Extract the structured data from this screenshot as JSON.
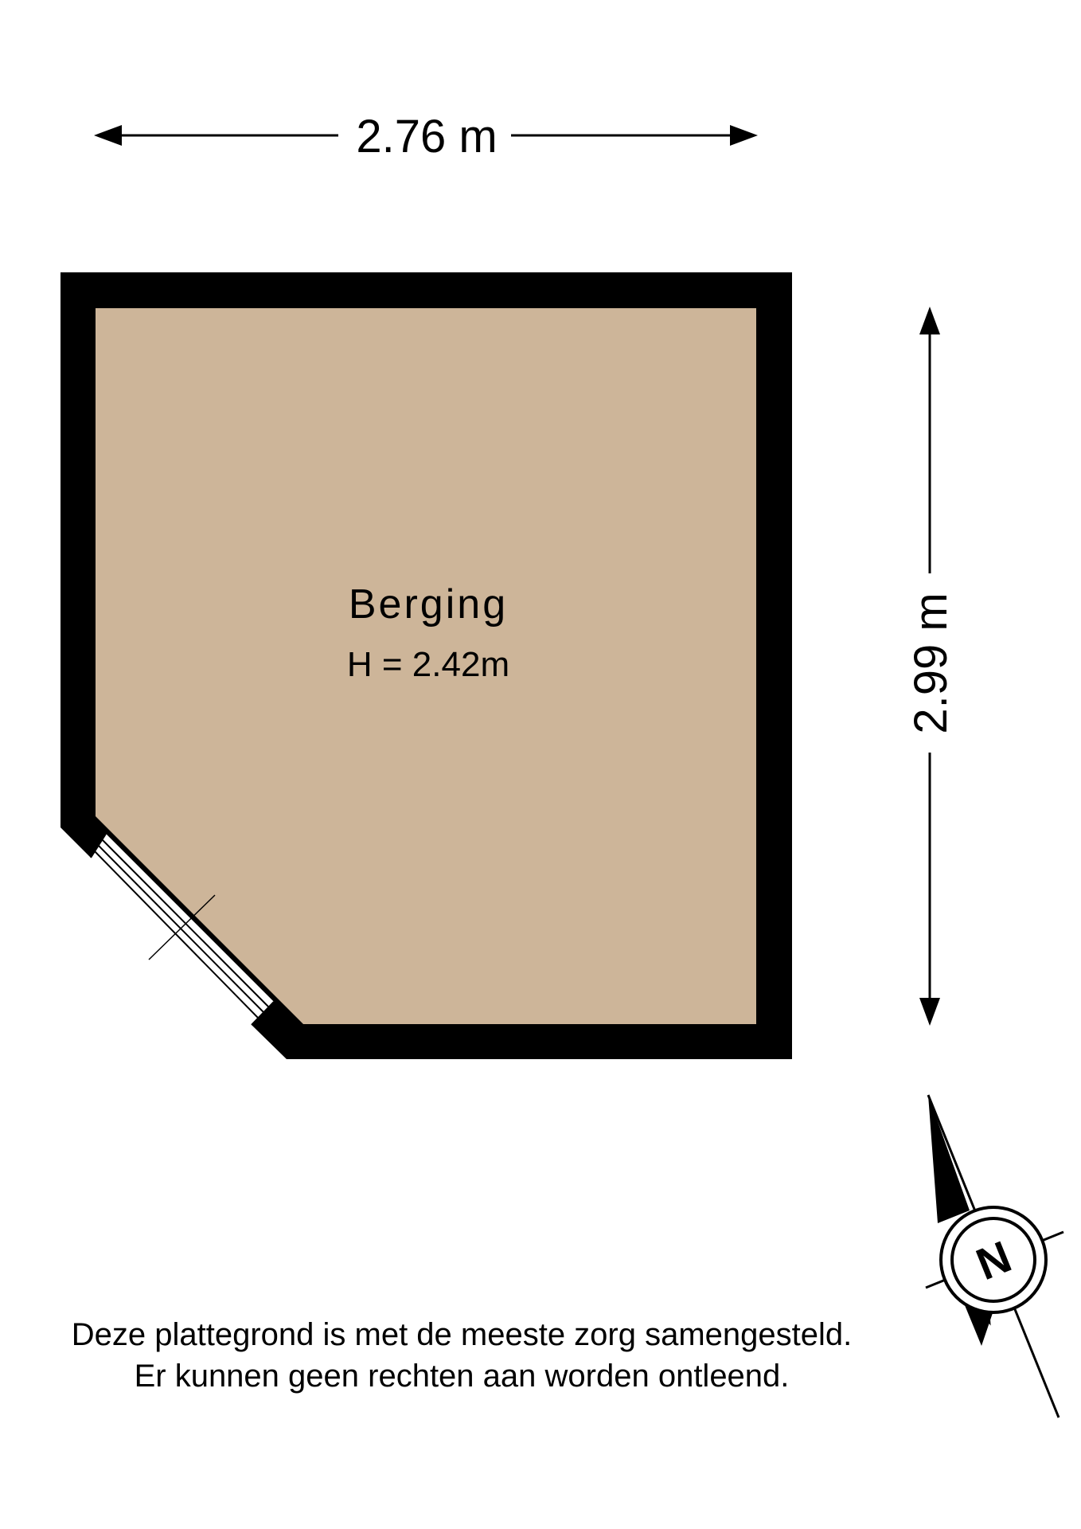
{
  "room": {
    "name": "Berging",
    "height": "H = 2.42m",
    "fill_color": "#CDB599",
    "wall_color": "#000000"
  },
  "dimensions": {
    "width_label": "2.76 m",
    "depth_label": "2.99 m"
  },
  "compass": {
    "letter": "N",
    "icon": "north-arrow-icon"
  },
  "disclaimer": {
    "line1": "Deze plattegrond is met de meeste zorg samengesteld.",
    "line2": "Er kunnen geen rechten aan worden ontleend."
  }
}
